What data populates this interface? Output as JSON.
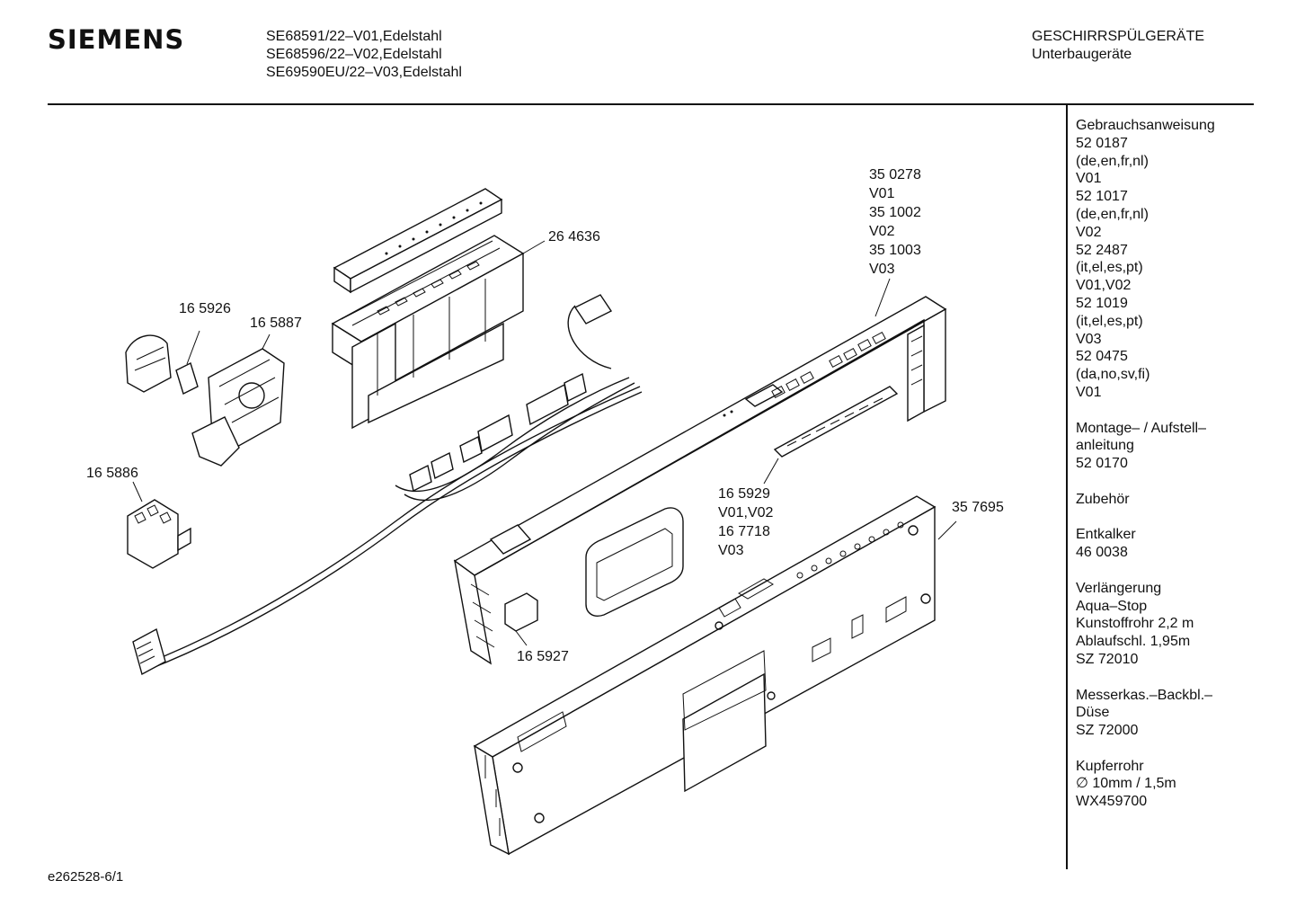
{
  "header": {
    "brand": "SIEMENS",
    "models": [
      "SE68591/22–V01,Edelstahl",
      "SE68596/22–V02,Edelstahl",
      "SE69590EU/22–V03,Edelstahl"
    ],
    "category_line1": "GESCHIRRSPÜLGERÄTE",
    "category_line2": "Unterbaugeräte"
  },
  "parts": {
    "p264636": "26 4636",
    "p165926": "16 5926",
    "p165887": "16 5887",
    "p165886": "16 5886",
    "p350278": [
      "35 0278",
      "V01",
      "35 1002",
      "V02",
      "35 1003",
      "V03"
    ],
    "p165929": [
      "16 5929",
      "V01,V02",
      "16 7718",
      "V03"
    ],
    "p357695": "35 7695",
    "p165927": "16 5927"
  },
  "sidebar": {
    "groups": [
      [
        "Gebrauchsanweisung",
        "52 0187",
        "(de,en,fr,nl)",
        "V01",
        "52 1017",
        "(de,en,fr,nl)",
        "V02",
        "52 2487",
        "(it,el,es,pt)",
        "V01,V02",
        "52 1019",
        "(it,el,es,pt)",
        "V03",
        "52 0475",
        "(da,no,sv,fi)",
        "V01"
      ],
      [
        "Montage– / Aufstell–",
        "anleitung",
        "52 0170"
      ],
      [
        "Zubehör"
      ],
      [
        "Entkalker",
        "46 0038"
      ],
      [
        "Verlängerung",
        "Aqua–Stop",
        "Kunstoffrohr 2,2 m",
        "Ablaufschl. 1,95m",
        "SZ 72010"
      ],
      [
        "Messerkas.–Backbl.–",
        "Düse",
        "SZ 72000"
      ],
      [
        "Kupferrohr",
        "∅ 10mm / 1,5m",
        "WX459700"
      ]
    ]
  },
  "footer": {
    "code": "e262528-6/1"
  }
}
